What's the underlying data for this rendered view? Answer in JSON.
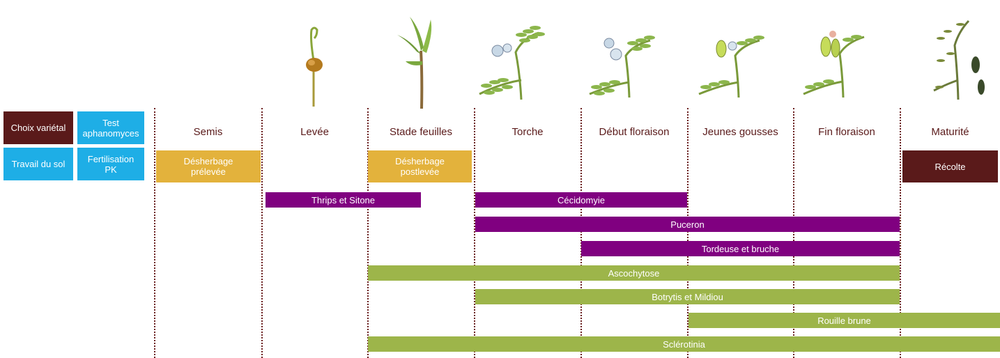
{
  "colors": {
    "maroon": "#5a1a1a",
    "cyan": "#1eaee6",
    "gold": "#e3b23c",
    "purple": "#800080",
    "green": "#9db54a",
    "divider": "#6b2020"
  },
  "left_boxes": {
    "choix": "Choix variétal",
    "test": "Test\naphanomyces",
    "travail": "Travail du sol",
    "fertilisation": "Fertilisation\nPK"
  },
  "stages": [
    "Semis",
    "Levée",
    "Stade feuilles",
    "Torche",
    "Début floraison",
    "Jeunes gousses",
    "Fin floraison",
    "Maturité"
  ],
  "icons": [
    "germinating-seed-icon",
    "seedling-icon",
    "torch-stage-plant-icon",
    "flowering-plant-icon",
    "young-pods-plant-icon",
    "late-flowering-plant-icon",
    "mature-plant-icon"
  ],
  "operations": {
    "desherbage_pre": "Désherbage\nprélevée",
    "desherbage_post": "Désherbage\npostlevée",
    "recolte": "Récolte"
  },
  "bars": [
    {
      "label": "Thrips et Sitone",
      "color": "purple"
    },
    {
      "label": "Cécidomyie",
      "color": "purple"
    },
    {
      "label": "Puceron",
      "color": "purple"
    },
    {
      "label": "Tordeuse et bruche",
      "color": "purple"
    },
    {
      "label": "Ascochytose",
      "color": "green"
    },
    {
      "label": "Botrytis et Mildiou",
      "color": "green"
    },
    {
      "label": "Rouille brune",
      "color": "green"
    },
    {
      "label": "Sclérotinia",
      "color": "green"
    }
  ]
}
